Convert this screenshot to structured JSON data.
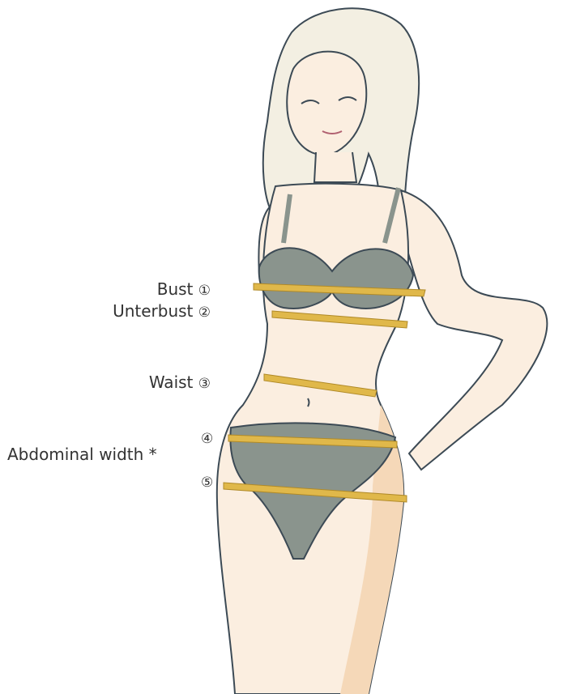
{
  "measurements": [
    {
      "name": "Bust",
      "number": "①"
    },
    {
      "name": "Unterbust",
      "number": "②"
    },
    {
      "name": "Waist",
      "number": "③"
    },
    {
      "name": "Abdominal width *",
      "number": "④"
    },
    {
      "name": "",
      "number": "⑤"
    }
  ],
  "colors": {
    "tape": "#e0b84a",
    "tape_edge": "#b08a28",
    "underwear": "#8a948d",
    "skin_shadow": "#f5d8b8",
    "hair": "#f3efe2",
    "outline": "#3c4a55"
  }
}
